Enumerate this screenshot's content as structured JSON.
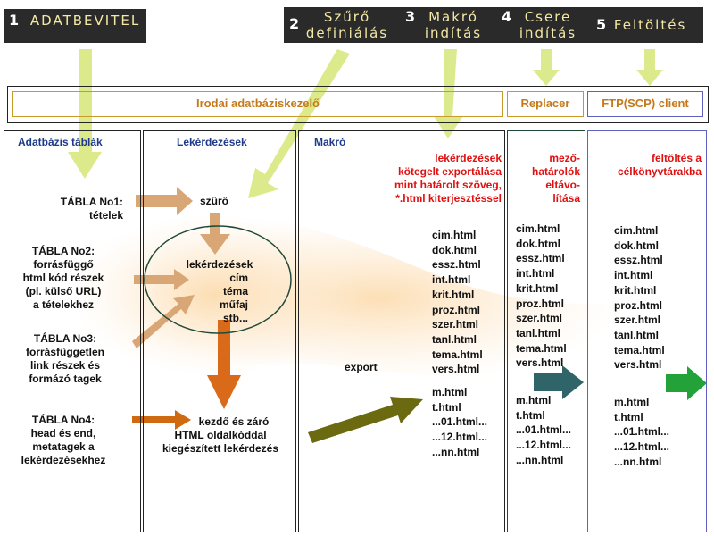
{
  "steps": [
    {
      "num": "1",
      "label": "ADATBEVITEL"
    },
    {
      "num": "2",
      "label_line1": "Szűrő",
      "label_line2": "definiálás"
    },
    {
      "num": "3",
      "label_line1": "Makró",
      "label_line2": "indítás"
    },
    {
      "num": "4",
      "label_line1": "Csere",
      "label_line2": "indítás"
    },
    {
      "num": "5",
      "label": "Feltöltés"
    }
  ],
  "header": {
    "main": "Irodai adatbáziskezelő",
    "replacer": "Replacer",
    "ftp": "FTP(SCP) client"
  },
  "columns": {
    "tables": {
      "title": "Adatbázis táblák",
      "items": [
        {
          "line1": "TÁBLA No1:",
          "line2": "tételek"
        },
        {
          "line1": "TÁBLA No2:",
          "line2": "forrásfüggő",
          "line3": "html kód részek",
          "line4": "(pl. külső URL)",
          "line5": "a tételekhez"
        },
        {
          "line1": "TÁBLA No3:",
          "line2": "forrásfüggetlen",
          "line3": "link részek és",
          "line4": "formázó tagek"
        },
        {
          "line1": "TÁBLA No4:",
          "line2": "head és end,",
          "line3": "metatagek a",
          "line4": "lekérdezésekhez"
        }
      ]
    },
    "queries": {
      "title": "Lekérdezések",
      "filter": "szűrő",
      "ellipse": [
        "lekérdezések",
        "cím",
        "téma",
        "műfaj",
        "stb..."
      ],
      "bottom": [
        "kezdő és záró",
        "HTML oldalkóddal",
        "kiegészített lekérdezés"
      ]
    },
    "macro": {
      "title": "Makró",
      "note": [
        "lekérdezések",
        "kötegelt exportálása",
        "mint határolt szöveg,",
        "*.html kiterjesztéssel"
      ],
      "export": "export"
    },
    "replacer": {
      "note": [
        "mező-",
        "határolók",
        "eltávo-",
        "lítása"
      ]
    },
    "ftp": {
      "note": [
        "feltöltés a",
        "célkönyvtárakba"
      ]
    }
  },
  "files": [
    "cim.html",
    "dok.html",
    "essz.html",
    "int.html",
    "krit.html",
    "proz.html",
    "szer.html",
    "tanl.html",
    "tema.html",
    "vers.html"
  ],
  "files2": [
    "m.html",
    "t.html",
    "...01.html...",
    "...12.html...",
    "...nn.html"
  ],
  "colors": {
    "step_bg": "#2a2a2a",
    "step_text": "#f4e8a6",
    "header_text": "#c47a1a",
    "column_title": "#1f3a8a",
    "note_red": "#e01010",
    "ftp_border": "#6060c0"
  }
}
